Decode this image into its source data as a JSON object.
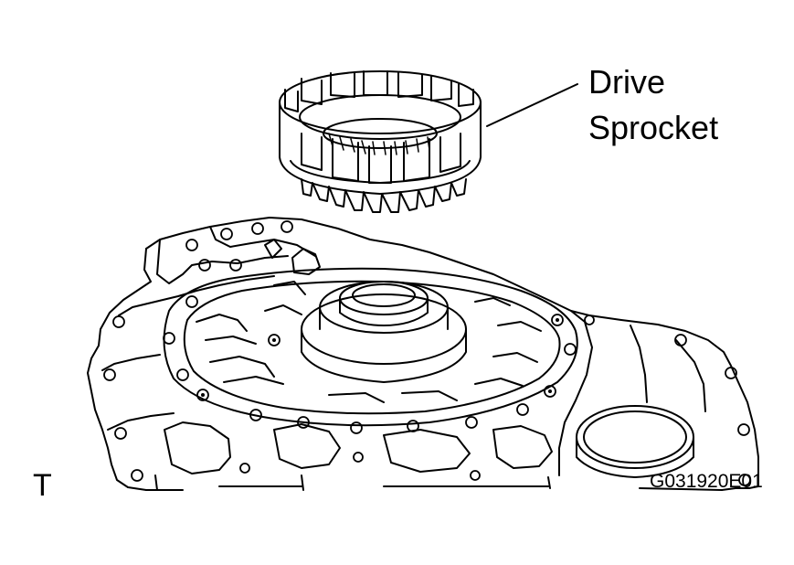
{
  "callout": {
    "line1": "Drive",
    "line2": "Sprocket"
  },
  "view_code": "T",
  "figure_code": "G031920E01",
  "colors": {
    "ink": "#000000",
    "paper": "#ffffff"
  }
}
